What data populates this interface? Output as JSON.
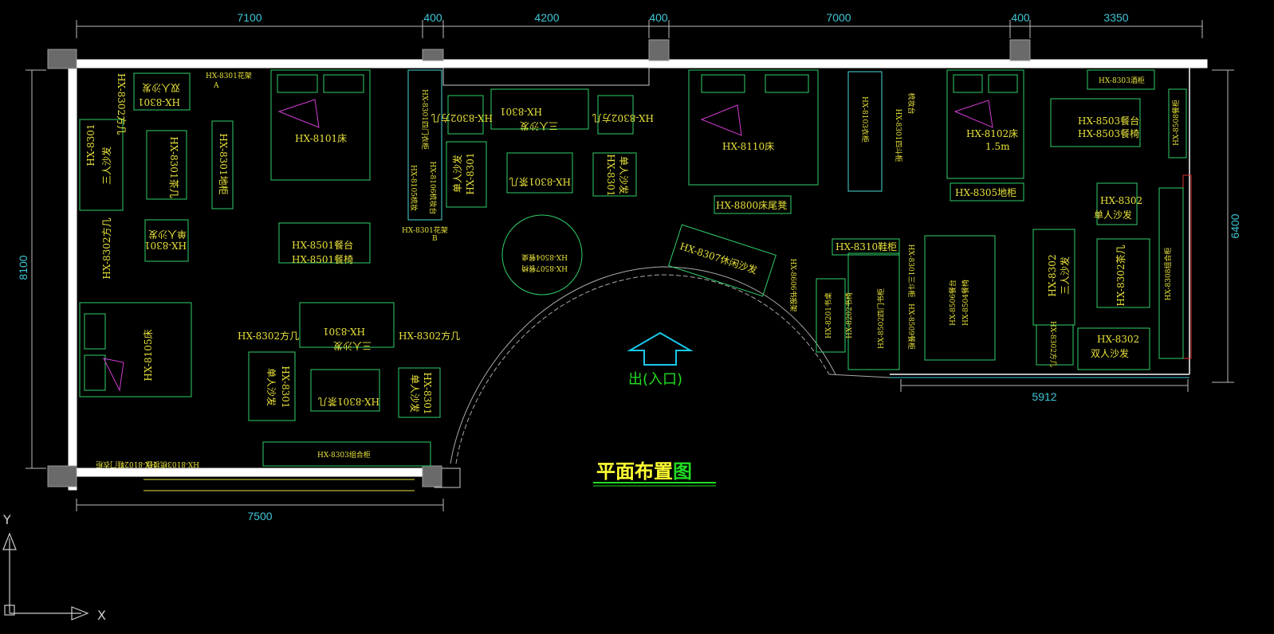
{
  "drawing": {
    "title_part1": "平面布置",
    "title_part2": "图",
    "entrance_label": "出(入口)",
    "ucs": {
      "y_label": "Y",
      "x_label": "X"
    },
    "colors": {
      "background": "#000000",
      "dimension": "#3ec6d6",
      "label": "#e8e23a",
      "furniture": "#2fd06a",
      "accent": "#d23bd2",
      "title": "#ffff33",
      "entrance": "#22dd22",
      "arrow": "#19c9ea"
    }
  },
  "dimensions": {
    "top": [
      "7100",
      "400",
      "4200",
      "400",
      "7000",
      "400",
      "3350"
    ],
    "left": "8100",
    "right": "6400",
    "bottom_left": "7500",
    "bottom_right": "5912"
  },
  "furniture_labels": {
    "f01": "HX-8302方几",
    "f02": "双人沙发",
    "f03": "HX-8301",
    "f04": "HX-8301花架",
    "f05": "A",
    "f06": "HX-8101床",
    "f07": "HX-8301",
    "f08": "三人沙发",
    "f09": "HX-8301茶几",
    "f10": "HX-8301地柜",
    "f11": "单人沙发",
    "f12": "HX-8301",
    "f13": "HX-8302方几",
    "f14": "HX-8501餐台",
    "f15": "HX-8501餐椅",
    "f16": "HX-8105床",
    "f17": "HX-8301",
    "f18": "三人沙发",
    "f19": "HX-8302方几",
    "f20": "HX-8302方几",
    "f21": "HX-8301",
    "f22": "单人沙发",
    "f23": "HX-8301茶几",
    "f24": "HX-8301",
    "f25": "单人沙发",
    "f26": "HX-8103梳妆台",
    "f27": "HX-8102鞋门衣柜",
    "f28": "HX-8303组合柜",
    "f29": "HX-8302方几",
    "f30": "HX-8301",
    "f31": "三人沙发",
    "f32": "HX-8302方几",
    "f33": "HX-8301",
    "f34": "单人沙发",
    "f35": "HX-8301茶几",
    "f36": "HX-8301",
    "f37": "单人沙发",
    "f38": "HX-8301四门衣柜",
    "f39": "HX-8105梳妆",
    "f40": "HX-8106梳妆台",
    "f41": "HX-8301花架",
    "f42": "B",
    "f43": "HX-8504餐桌",
    "f44": "HX-8507餐椅",
    "f45": "HX-8110床",
    "f46": "HX-8800床尾凳",
    "f47": "HX-8307休闲沙发",
    "f48": "HX-8606书报架",
    "f49": "HX-8103衣柜",
    "f50": "HX-8301四斗柜",
    "f51": "梳妆台",
    "f52": "HX-8102床",
    "f53": "1.5m",
    "f54": "HX-8305地柜",
    "f55": "HX-8303酒柜",
    "f56": "HX-8503餐台",
    "f57": "HX-8503餐椅",
    "f58": "HX-8508餐柜",
    "f59": "HX-8302",
    "f60": "单人沙发",
    "f61": "HX-8310鞋柜",
    "f62": "HX-8301三斗柜",
    "f63": "HX-8201书桌",
    "f64": "HX-8202书椅",
    "f65": "HX-8502四门书柜",
    "f66": "HX-8509餐柜",
    "f67": "HX-8506餐台",
    "f68": "HX-8504餐椅",
    "f69": "HX-8302",
    "f70": "三人沙发",
    "f71": "HX-8302茶几",
    "f72": "HX-8302方几",
    "f73": "HX-8302",
    "f74": "双人沙发",
    "f75": "HX-8308组合柜"
  }
}
